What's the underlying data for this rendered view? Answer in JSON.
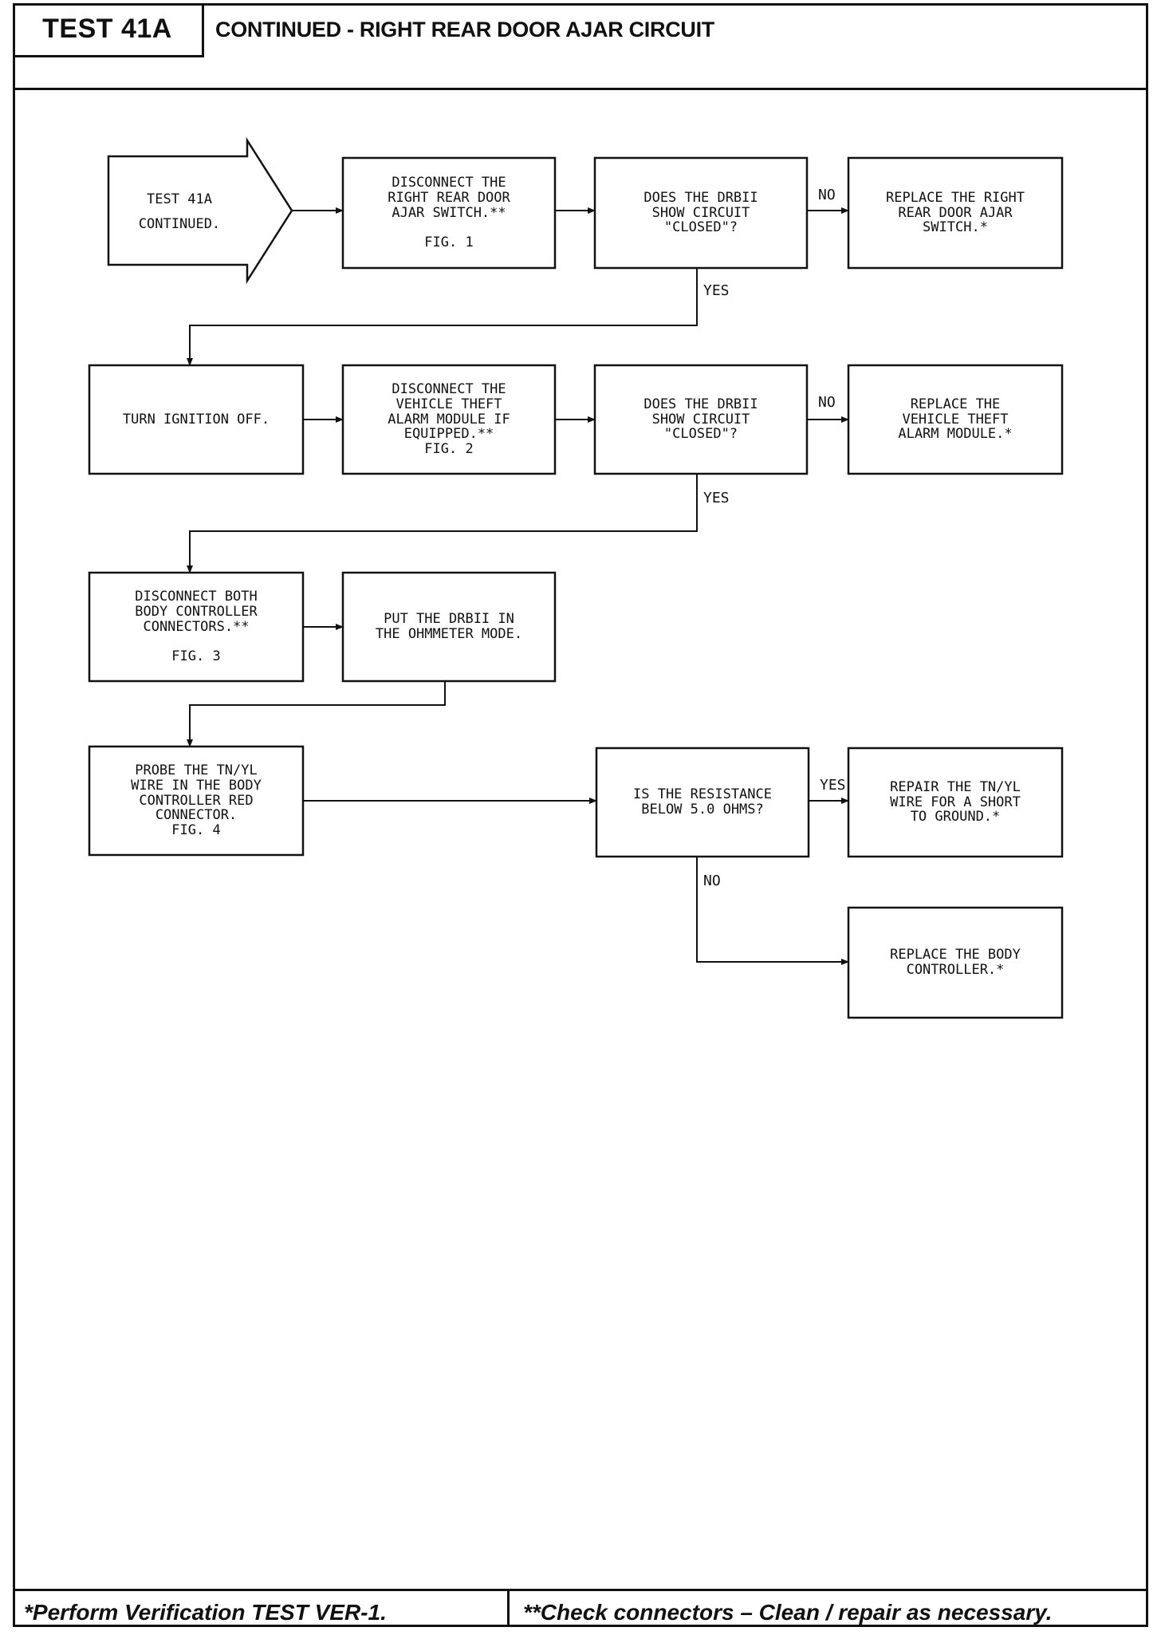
{
  "header": {
    "test_id": "TEST 41A",
    "title": "CONTINUED - RIGHT REAR DOOR AJAR CIRCUIT"
  },
  "footer": {
    "left_note": "*Perform Verification TEST VER-1.",
    "right_note": "**Check connectors – Clean / repair as necessary."
  },
  "flowchart": {
    "start": {
      "text": "TEST 41A\nCONTINUED."
    },
    "step_disconnect_switch": {
      "text": "DISCONNECT THE\nRIGHT REAR DOOR\nAJAR SWITCH.**\n\nFIG. 1"
    },
    "decision_1": {
      "text": "DOES THE DRBII\nSHOW CIRCUIT\n\"CLOSED\"?"
    },
    "result_replace_switch": {
      "text": "REPLACE THE RIGHT\nREAR DOOR AJAR\nSWITCH.*"
    },
    "step_ignition_off": {
      "text": "TURN IGNITION OFF."
    },
    "step_disconnect_alarm": {
      "text": "DISCONNECT THE\nVEHICLE THEFT\nALARM MODULE IF\nEQUIPPED.**\nFIG. 2"
    },
    "decision_2": {
      "text": "DOES THE DRBII\nSHOW CIRCUIT\n\"CLOSED\"?"
    },
    "result_replace_alarm": {
      "text": "REPLACE THE\nVEHICLE THEFT\nALARM MODULE.*"
    },
    "step_disconnect_bc": {
      "text": "DISCONNECT BOTH\nBODY CONTROLLER\nCONNECTORS.**\n\nFIG. 3"
    },
    "step_ohmmeter": {
      "text": "PUT THE DRBII IN\nTHE OHMMETER MODE."
    },
    "step_probe": {
      "text": "PROBE THE TN/YL\nWIRE IN THE BODY\nCONTROLLER RED\nCONNECTOR.\nFIG. 4"
    },
    "decision_3": {
      "text": "IS THE RESISTANCE\nBELOW 5.0 OHMS?"
    },
    "result_repair_wire": {
      "text": "REPAIR THE TN/YL\nWIRE FOR A SHORT\nTO GROUND.*"
    },
    "result_replace_bc": {
      "text": "REPLACE THE BODY\nCONTROLLER.*"
    },
    "labels": {
      "no_1": "NO",
      "yes_1": "YES",
      "no_2": "NO",
      "yes_2": "YES",
      "yes_3": "YES",
      "no_3": "NO"
    }
  }
}
